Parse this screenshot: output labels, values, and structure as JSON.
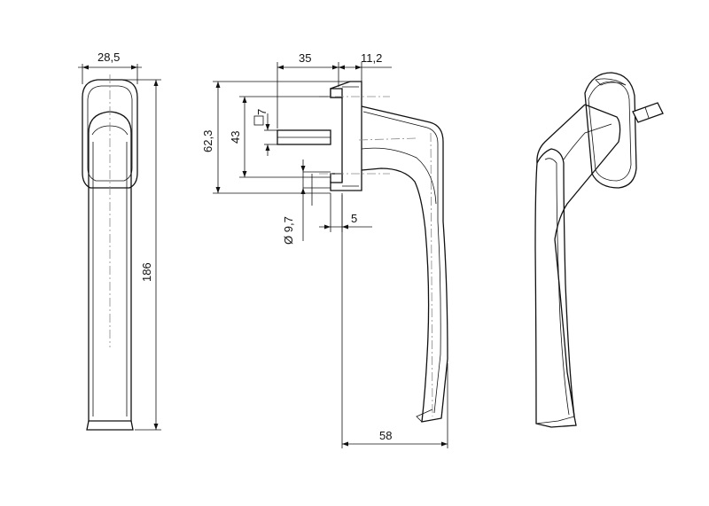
{
  "dimensions": {
    "front_width": "28,5",
    "front_height": "186",
    "base_depth": "35",
    "rose_thickness": "11,2",
    "rose_height": "62,3",
    "screw_spacing": "43",
    "spindle_square": "7",
    "screw_diameter": "Ø 9,7",
    "offset": "5",
    "projection": "58"
  }
}
